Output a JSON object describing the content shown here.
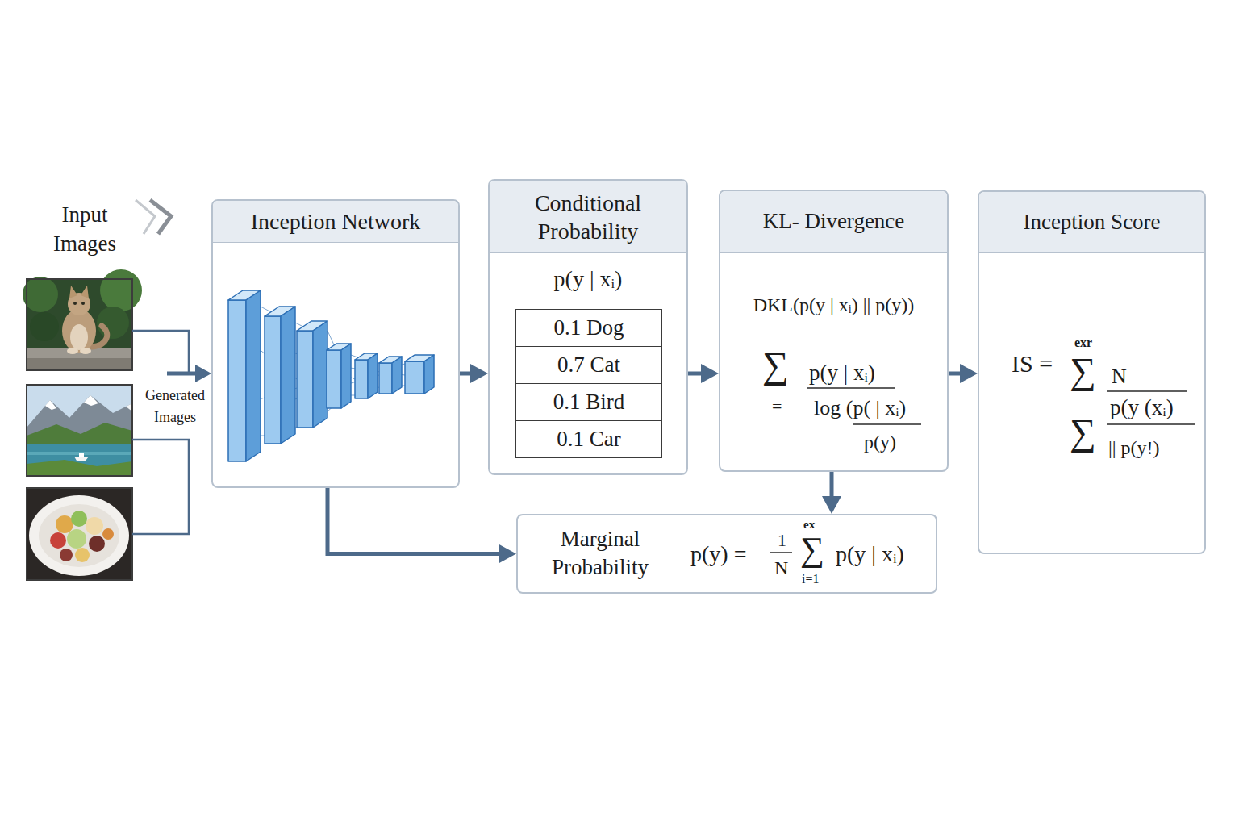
{
  "diagram": {
    "nodes": [
      {
        "text": [
          "Inception Network"
        ]
      },
      {
        "text": [
          "Conditional Probability",
          "p(y | xᵢ)"
        ]
      },
      {
        "text": [
          "0.1 Dog"
        ],
        "in": 1
      },
      {
        "text": [
          "0.7 Cat"
        ],
        "in": 1
      },
      {
        "text": [
          "0.1 Bird"
        ],
        "in": 1
      },
      {
        "text": [
          "0.1 Car"
        ],
        "in": 1
      },
      {
        "text": [
          "KL- Divergence",
          "DKL(p(y | xᵢ) || p(y))",
          "∑",
          "=",
          "p(y | xᵢ)",
          "log (p( | xᵢ)",
          "p(y)"
        ]
      },
      {
        "text": [
          "Inception Score",
          "IS =",
          "exr",
          "∑",
          "N",
          "p(y (xᵢ)",
          "∑",
          "|| p(y!)"
        ]
      },
      {
        "text": [
          "Marginal Probability",
          "p(y) =",
          "1",
          "N",
          "ex",
          "∑",
          "i=1",
          "p(y | xᵢ)"
        ]
      }
    ],
    "edges": [
      {
        "from": 0,
        "to": 1,
        "arrow": "to"
      },
      {
        "from": 1,
        "to": 6,
        "arrow": "to"
      },
      {
        "from": 6,
        "to": 7,
        "arrow": "to"
      },
      {
        "from": 6,
        "to": 8,
        "arrow": "to"
      },
      {
        "from": 0,
        "to": 8,
        "arrow": "to"
      }
    ],
    "labels": [
      "Input Images",
      "Generated Images"
    ]
  }
}
